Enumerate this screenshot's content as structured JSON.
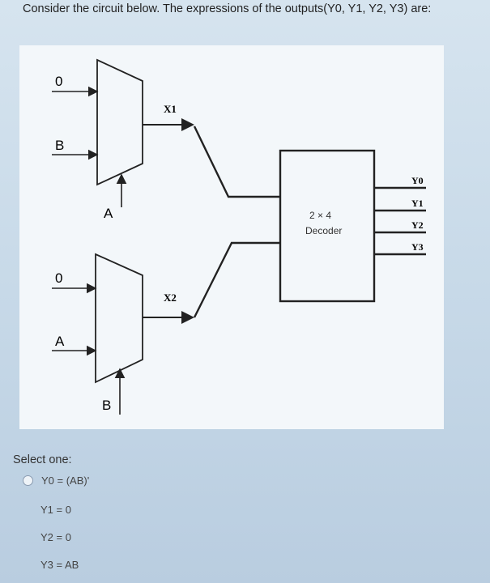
{
  "question": {
    "text": "Consider the circuit below. The expressions of the outputs(Y0, Y1, Y2, Y3) are:"
  },
  "diagram": {
    "mux1": {
      "input_top": "0",
      "input_bottom": "B",
      "select": "A",
      "output": "X1"
    },
    "mux2": {
      "input_top": "0",
      "input_bottom": "A",
      "select": "B",
      "output": "X2"
    },
    "decoder": {
      "line1": "2 × 4",
      "line2": "Decoder",
      "outputs": [
        "Y0",
        "Y1",
        "Y2",
        "Y3"
      ]
    }
  },
  "answer": {
    "select_label": "Select one:",
    "option1": {
      "lines": [
        "Y0 = (AB)'",
        "Y1 = 0",
        "Y2 = 0",
        "Y3 = AB"
      ]
    }
  }
}
